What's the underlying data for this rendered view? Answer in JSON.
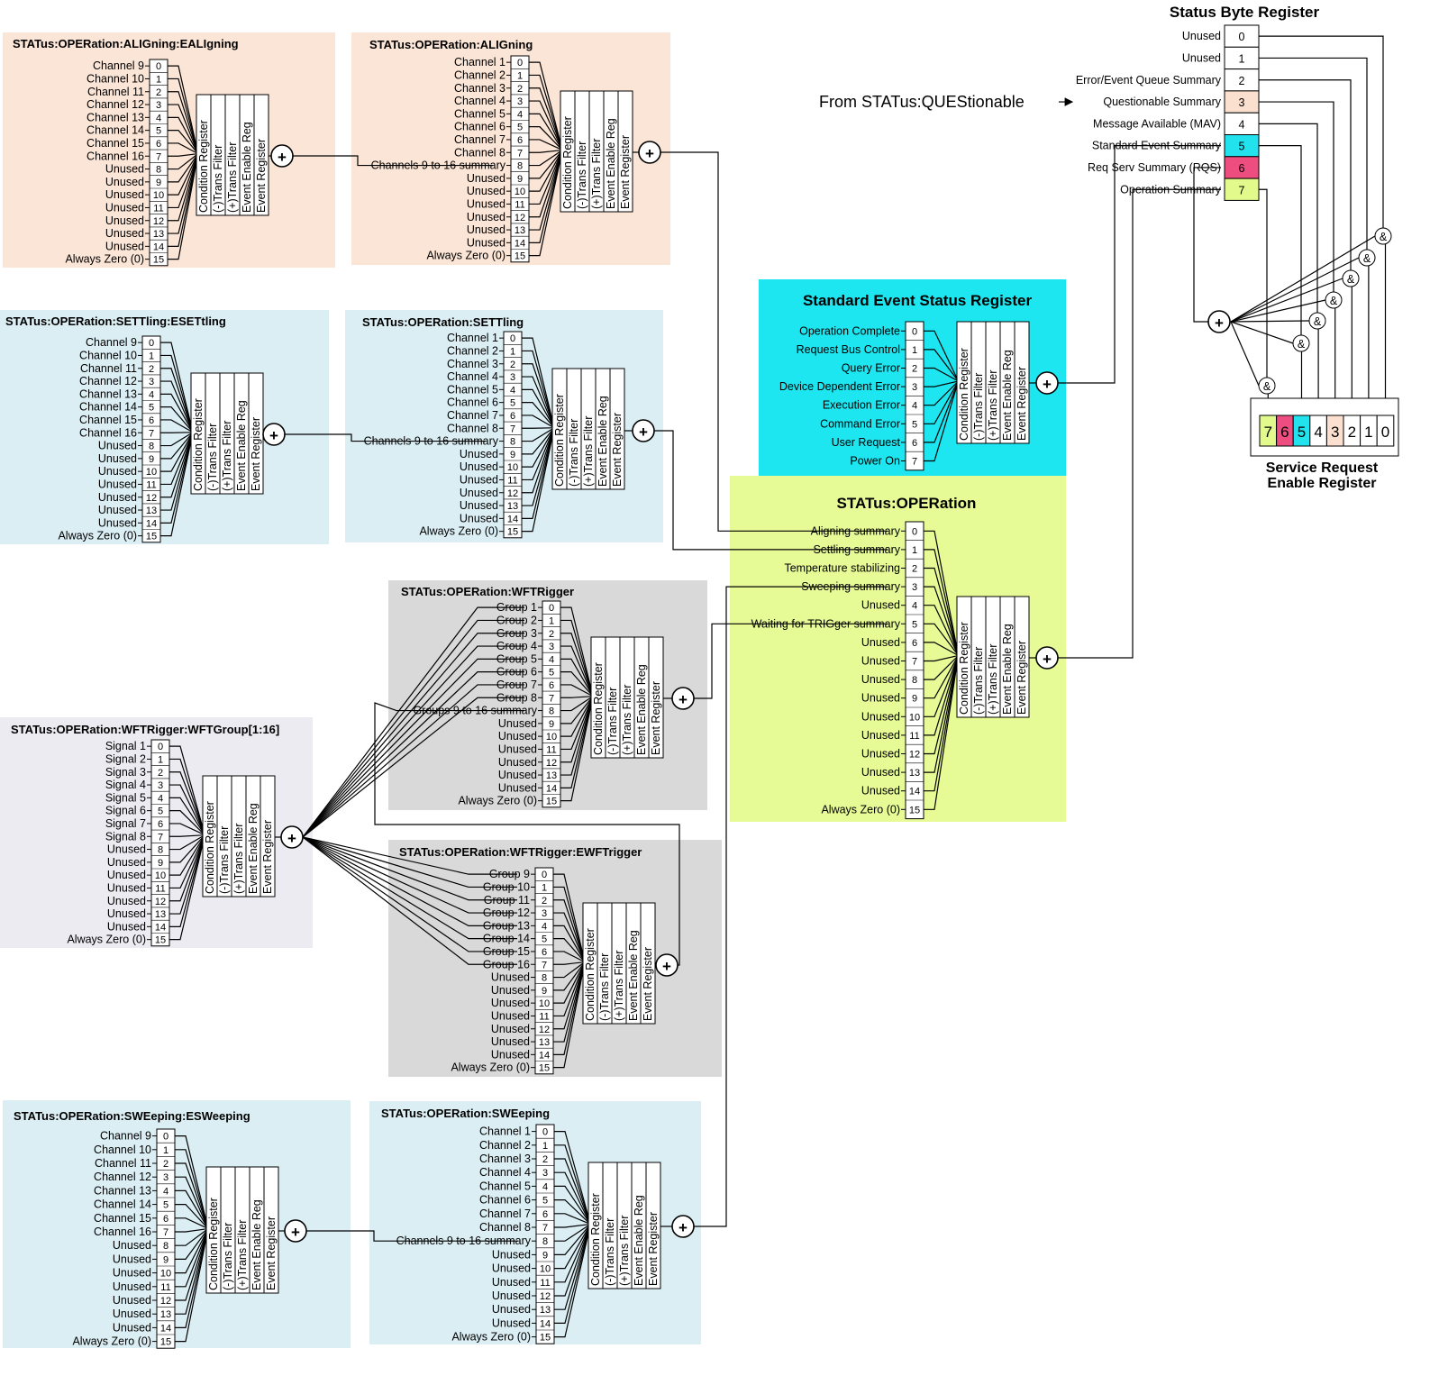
{
  "colors": {
    "peach": "#fbe5d6",
    "lightblue": "#dbeef4",
    "gray": "#d9d9d9",
    "lavender": "#ecebf2",
    "cyan": "#1ee6f0",
    "lime": "#e6fb96",
    "bit_pink": "#ee4d7f",
    "bit_cyan": "#22e2ee",
    "bit_peach": "#fbe0cf",
    "bit_lime": "#e2f98c"
  },
  "stage_labels": [
    "Condition Register",
    "(-)Trans Filter",
    "(+)Trans Filter",
    "Event Enable Reg",
    "Event Register"
  ],
  "sum_symbol": "+",
  "and_symbol": "&",
  "arrow_glyph": "→",
  "registers": [
    {
      "id": "ealigning",
      "title": "STATus:OPERation:ALIGning:EALIgning",
      "bg": "peach",
      "labels": [
        "Channel 9",
        "Channel 10",
        "Channel 11",
        "Channel 12",
        "Channel 13",
        "Channel 14",
        "Channel 15",
        "Channel 16",
        "Unused",
        "Unused",
        "Unused",
        "Unused",
        "Unused",
        "Unused",
        "Unused",
        "Always Zero (0)"
      ]
    },
    {
      "id": "aligning",
      "title": "STATus:OPERation:ALIGning",
      "bg": "peach",
      "labels": [
        "Channel 1",
        "Channel 2",
        "Channel 3",
        "Channel 4",
        "Channel 5",
        "Channel 6",
        "Channel 7",
        "Channel 8",
        "Channels 9 to 16 summary",
        "Unused",
        "Unused",
        "Unused",
        "Unused",
        "Unused",
        "Unused",
        "Always Zero (0)"
      ]
    },
    {
      "id": "esettling",
      "title": "STATus:OPERation:SETTling:ESETtling",
      "bg": "lightblue",
      "labels": [
        "Channel 9",
        "Channel 10",
        "Channel 11",
        "Channel 12",
        "Channel 13",
        "Channel 14",
        "Channel 15",
        "Channel 16",
        "Unused",
        "Unused",
        "Unused",
        "Unused",
        "Unused",
        "Unused",
        "Unused",
        "Always Zero (0)"
      ]
    },
    {
      "id": "settling",
      "title": "STATus:OPERation:SETTling",
      "bg": "lightblue",
      "labels": [
        "Channel 1",
        "Channel 2",
        "Channel 3",
        "Channel 4",
        "Channel 5",
        "Channel 6",
        "Channel 7",
        "Channel 8",
        "Channels 9 to 16 summary",
        "Unused",
        "Unused",
        "Unused",
        "Unused",
        "Unused",
        "Unused",
        "Always Zero (0)"
      ]
    },
    {
      "id": "wftrigger",
      "title": "STATus:OPERation:WFTRigger",
      "bg": "gray",
      "labels": [
        "Group 1",
        "Group 2",
        "Group 3",
        "Group 4",
        "Group 5",
        "Group 6",
        "Group 7",
        "Group 8",
        "Groups 9 to 16 summary",
        "Unused",
        "Unused",
        "Unused",
        "Unused",
        "Unused",
        "Unused",
        "Always Zero (0)"
      ]
    },
    {
      "id": "wftgroup",
      "title": "STATus:OPERation:WFTRigger:WFTGroup[1:16]",
      "bg": "lavender",
      "labels": [
        "Signal 1",
        "Signal 2",
        "Signal 3",
        "Signal 4",
        "Signal 5",
        "Signal 6",
        "Signal 7",
        "Signal 8",
        "Unused",
        "Unused",
        "Unused",
        "Unused",
        "Unused",
        "Unused",
        "Unused",
        "Always Zero (0)"
      ]
    },
    {
      "id": "ewftrigger",
      "title": "STATus:OPERation:WFTRigger:EWFTrigger",
      "bg": "gray",
      "labels": [
        "Group 9",
        "Group 10",
        "Group 11",
        "Group 12",
        "Group 13",
        "Group 14",
        "Group 15",
        "Group 16",
        "Unused",
        "Unused",
        "Unused",
        "Unused",
        "Unused",
        "Unused",
        "Unused",
        "Always Zero (0)"
      ]
    },
    {
      "id": "esweeping",
      "title": "STATus:OPERation:SWEeping:ESWeeping",
      "bg": "lightblue",
      "labels": [
        "Channel 9",
        "Channel 10",
        "Channel 11",
        "Channel 12",
        "Channel 13",
        "Channel 14",
        "Channel 15",
        "Channel 16",
        "Unused",
        "Unused",
        "Unused",
        "Unused",
        "Unused",
        "Unused",
        "Unused",
        "Always Zero (0)"
      ]
    },
    {
      "id": "sweeping",
      "title": "STATus:OPERation:SWEeping",
      "bg": "lightblue",
      "labels": [
        "Channel 1",
        "Channel 2",
        "Channel 3",
        "Channel 4",
        "Channel 5",
        "Channel 6",
        "Channel 7",
        "Channel 8",
        "Channels 9 to 16 summary",
        "Unused",
        "Unused",
        "Unused",
        "Unused",
        "Unused",
        "Unused",
        "Always Zero (0)"
      ]
    },
    {
      "id": "operation",
      "title": "STATus:OPERation",
      "bg": "lime",
      "labels": [
        "Aligning summary",
        "Settling summary",
        "Temperature stabilizing",
        "Sweeping summary",
        "Unused",
        "Waiting for TRIGger summary",
        "Unused",
        "Unused",
        "Unused",
        "Unused",
        "Unused",
        "Unused",
        "Unused",
        "Unused",
        "Unused",
        "Always Zero (0)"
      ]
    },
    {
      "id": "ses",
      "title": "Standard Event Status Register",
      "bg": "cyan",
      "labels": [
        "Operation Complete",
        "Request Bus Control",
        "Query Error",
        "Device Dependent Error",
        "Execution Error",
        "Command Error",
        "User Request",
        "Power On"
      ]
    }
  ],
  "status_byte": {
    "title": "Status Byte Register",
    "bits": [
      {
        "num": "0",
        "label": "Unused",
        "color": ""
      },
      {
        "num": "1",
        "label": "Unused",
        "color": ""
      },
      {
        "num": "2",
        "label": "Error/Event Queue Summary",
        "color": ""
      },
      {
        "num": "3",
        "label": "Questionable Summary",
        "color": "bit_peach"
      },
      {
        "num": "4",
        "label": "Message Available (MAV)",
        "color": ""
      },
      {
        "num": "5",
        "label": "Standard Event Summary",
        "color": "bit_cyan"
      },
      {
        "num": "6",
        "label": "Req Serv Summary (RQS)",
        "color": "bit_pink"
      },
      {
        "num": "7",
        "label": "Operation Summary",
        "color": "bit_lime"
      }
    ]
  },
  "questionable_input": "From STATus:QUEStionable",
  "sre": {
    "title_line1": "Service Request",
    "title_line2": "Enable Register",
    "bits": [
      {
        "num": "7",
        "color": "bit_lime"
      },
      {
        "num": "6",
        "color": "bit_pink"
      },
      {
        "num": "5",
        "color": "bit_cyan"
      },
      {
        "num": "4",
        "color": ""
      },
      {
        "num": "3",
        "color": "bit_peach"
      },
      {
        "num": "2",
        "color": ""
      },
      {
        "num": "1",
        "color": ""
      },
      {
        "num": "0",
        "color": ""
      }
    ]
  }
}
